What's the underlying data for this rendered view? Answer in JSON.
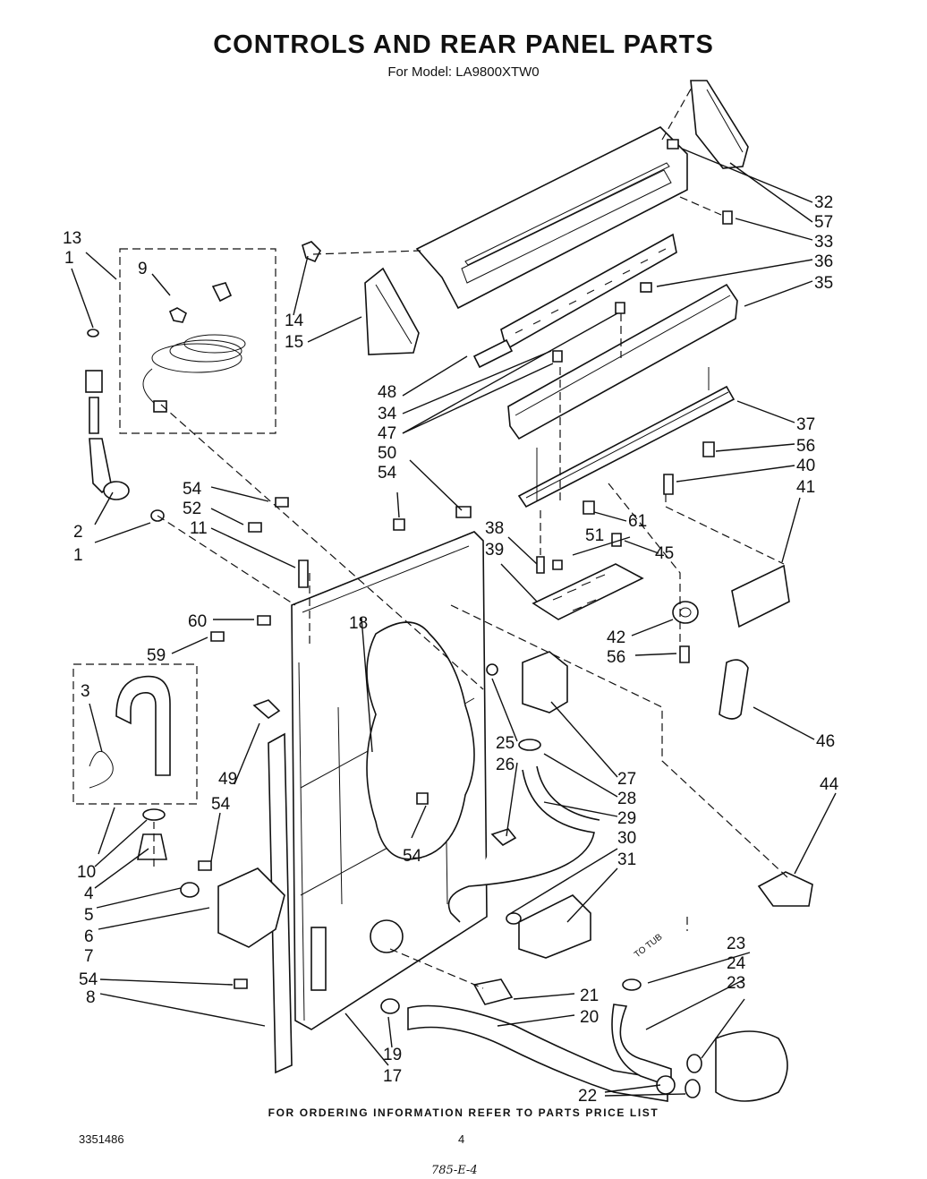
{
  "title": "CONTROLS AND REAR PANEL PARTS",
  "subtitle": "For Model: LA9800XTW0",
  "footer": "FOR ORDERING INFORMATION REFER TO PARTS PRICE LIST",
  "doc_number": "3351486",
  "page_number": "4",
  "handwritten_note": "785-E-4",
  "to_tub_label": "TO TUB",
  "labels": {
    "l13": "13",
    "l1a": "1",
    "l9": "9",
    "l14": "14",
    "l15": "15",
    "l32": "32",
    "l57": "57",
    "l33": "33",
    "l36": "36",
    "l35": "35",
    "l48": "48",
    "l34": "34",
    "l47": "47",
    "l50": "50",
    "l54a": "54",
    "l37": "37",
    "l56a": "56",
    "l40": "40",
    "l41": "41",
    "l2": "2",
    "l1b": "1",
    "l54b": "54",
    "l52": "52",
    "l11": "11",
    "l38": "38",
    "l39": "39",
    "l51": "51",
    "l45": "45",
    "l61": "61",
    "l60": "60",
    "l59": "59",
    "l42": "42",
    "l56b": "56",
    "l3": "3",
    "l18": "18",
    "l46": "46",
    "l25": "25",
    "l26": "26",
    "l27": "27",
    "l28": "28",
    "l29": "29",
    "l49": "49",
    "l54c": "54",
    "l54d": "54",
    "l44": "44",
    "l30": "30",
    "l31": "31",
    "l10": "10",
    "l4": "4",
    "l5": "5",
    "l6": "6",
    "l7": "7",
    "l23a": "23",
    "l24": "24",
    "l23b": "23",
    "l54e": "54",
    "l8": "8",
    "l21": "21",
    "l20": "20",
    "l19": "19",
    "l17": "17",
    "l22": "22"
  }
}
